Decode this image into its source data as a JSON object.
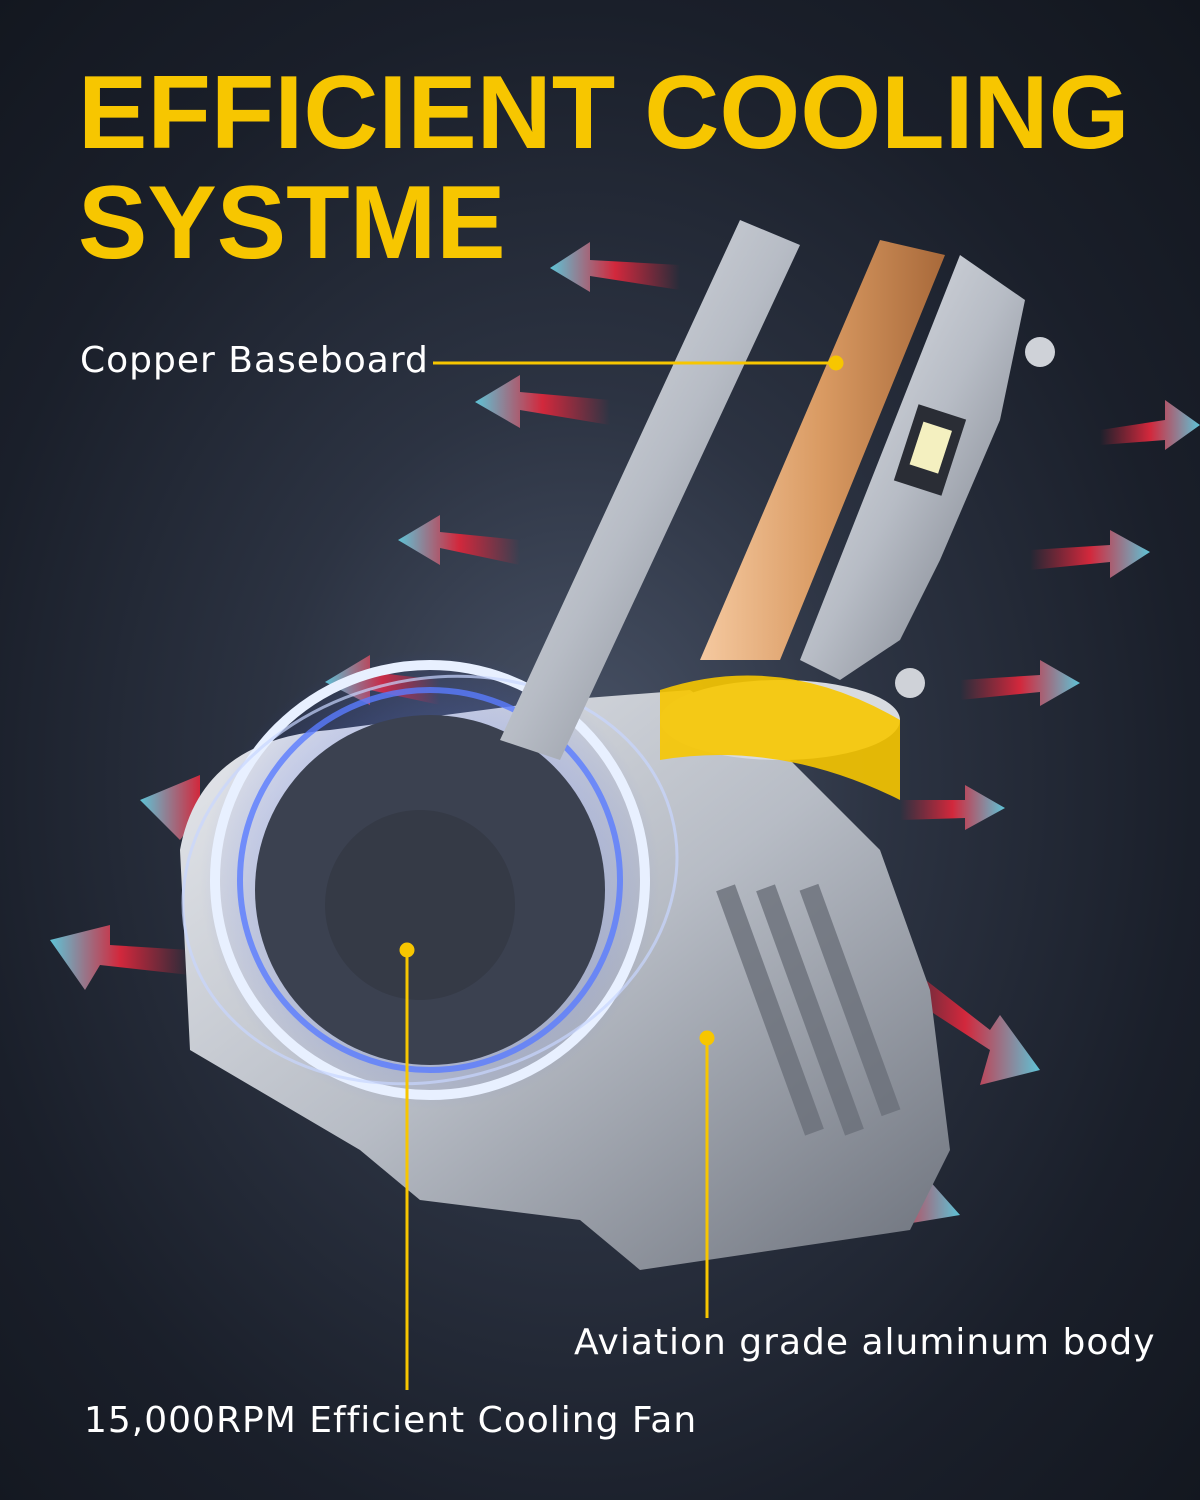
{
  "headline": {
    "line1": "EFFICIENT COOLING",
    "line2": "SYSTME"
  },
  "callouts": {
    "copper": "Copper Baseboard",
    "aluminum": "Aviation grade aluminum body",
    "fan": "15,000RPM Efficient Cooling Fan"
  },
  "colors": {
    "accent": "#f7c600",
    "cool_arrow": "#5ec3d6",
    "warm_arrow": "#d2283c"
  }
}
